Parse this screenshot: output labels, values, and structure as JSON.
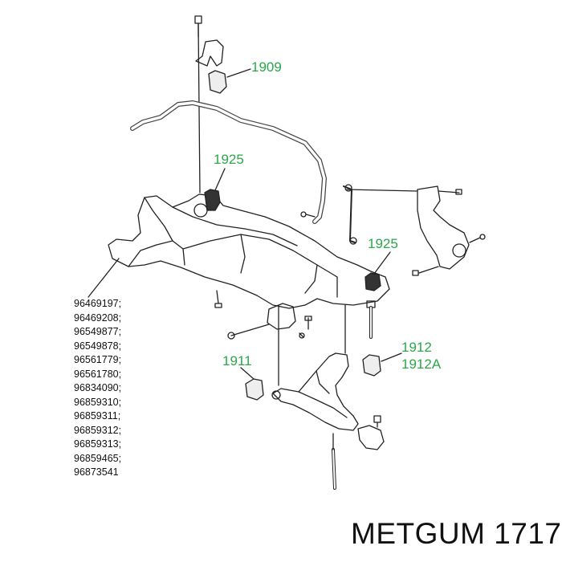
{
  "callouts": {
    "c1909": "1909",
    "c1925_top": "1925",
    "c1925_right": "1925",
    "c1912": "1912",
    "c1912A": "1912A",
    "c1911": "1911"
  },
  "part_numbers": [
    "96469197;",
    "96469208;",
    "96549877;",
    "96549878;",
    "96561779;",
    "96561780;",
    "96834090;",
    "96859310;",
    "96859311;",
    "96859312;",
    "96859313;",
    "96859465;",
    "96873541"
  ],
  "brand_caption": "METGUM 1717",
  "colors": {
    "callout": "#2aa84a",
    "line": "#222222",
    "text": "#111111"
  }
}
